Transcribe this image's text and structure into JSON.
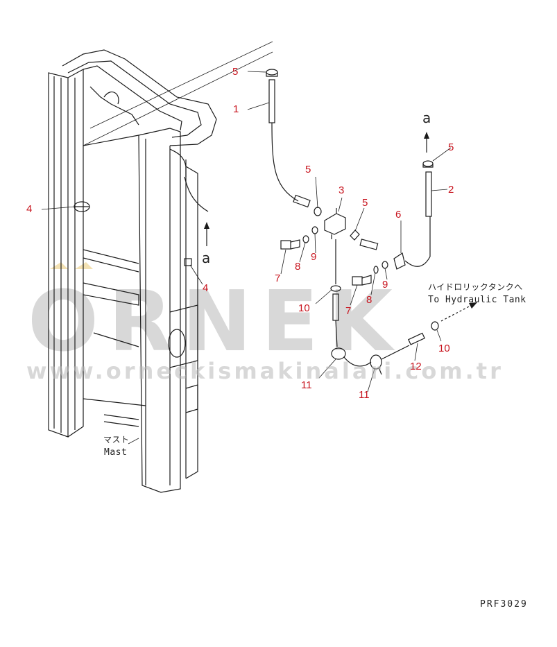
{
  "callouts": [
    "1",
    "2",
    "3",
    "4",
    "4",
    "5",
    "5",
    "5",
    "5",
    "6",
    "7",
    "7",
    "8",
    "8",
    "9",
    "9",
    "10",
    "10",
    "11",
    "11",
    "12"
  ],
  "arrow_letter": "a",
  "notes": {
    "hydraulic_jp": "ハイドロリックタンクへ",
    "hydraulic_en": "To Hydraulic Tank",
    "mast_jp": "マスト",
    "mast_en": "Mast"
  },
  "drawing_code": "PRF3029",
  "watermark": {
    "logo": "ORNEK",
    "url": "www.orneckismakinalari.com.tr",
    "color": "#b9b9b9"
  },
  "colors": {
    "line": "#1a1a1a",
    "callout": "#c8141e"
  }
}
